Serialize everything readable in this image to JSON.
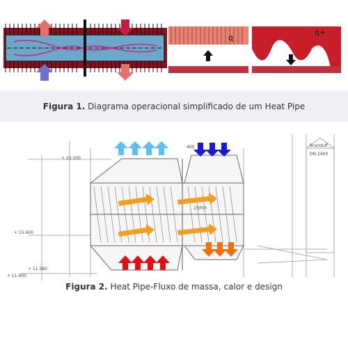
{
  "figure1": {
    "caption_label": "Figura 1.",
    "caption_text": "Diagrama operacional simplificado de um Heat Pipe",
    "heat_flux_symbol": "q̇",
    "heat_flux_symbol_2": "q̇+"
  },
  "figure2": {
    "caption_label": "Figura 2.",
    "caption_text": "Heat Pipe-Fluxo de massa, calor e design",
    "labels": {
      "elev_top": "+ 23.330",
      "elev_1": "+ 15.600",
      "elev_2": "+ 11.580",
      "elev_3": "+ 11.600",
      "brand": "Branduff",
      "dn": "DN 2400",
      "center": "26RH",
      "dim": "400"
    },
    "colors": {
      "cold_up": "#5bc0f0",
      "hot_down": "#1a1ad0",
      "flow": "#f0a020",
      "exhaust": "#f07010",
      "inlet": "#e01010"
    }
  }
}
